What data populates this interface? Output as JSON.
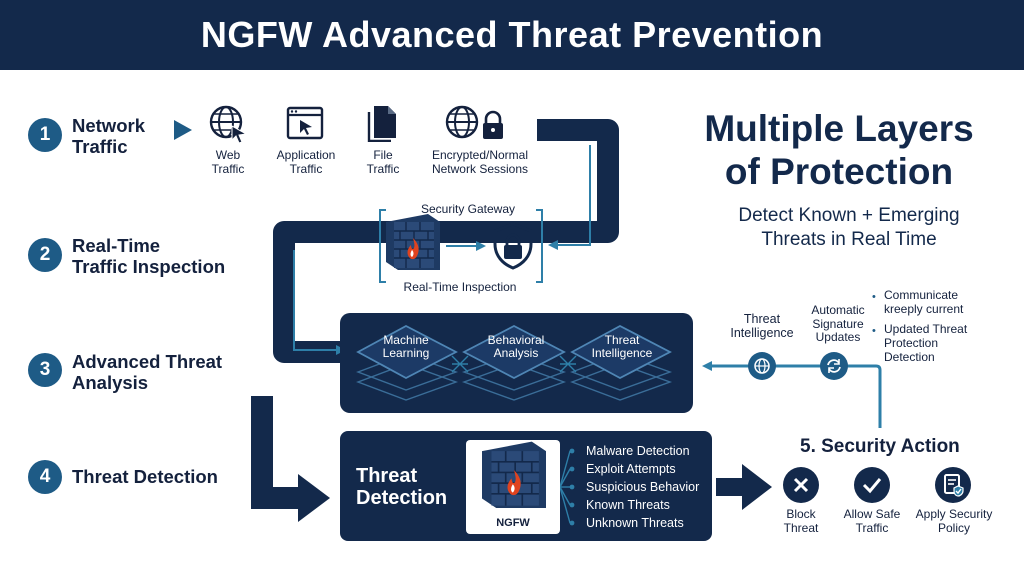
{
  "header": {
    "title": "NGFW Advanced Threat Prevention"
  },
  "steps": [
    {
      "number": "1",
      "label": "Network\nTraffic"
    },
    {
      "number": "2",
      "label": "Real-Time\nTraffic Inspection"
    },
    {
      "number": "3",
      "label": "Advanced Threat\nAnalysis"
    },
    {
      "number": "4",
      "label": "Threat Detection"
    }
  ],
  "traffic_types": [
    {
      "label": "Web\nTraffic",
      "icon": "globe-cursor-icon"
    },
    {
      "label": "Application\nTraffic",
      "icon": "app-window-icon"
    },
    {
      "label": "File\nTraffic",
      "icon": "file-icon"
    },
    {
      "label": "Encrypted/Normal\nNetwork Sessions",
      "icon": "globe-lock-icon"
    }
  ],
  "gateway": {
    "top_label": "Security Gateway",
    "bottom_label": "Real-Time Inspection"
  },
  "analysis_layers": [
    {
      "label": "Machine\nLearning"
    },
    {
      "label": "Behavioral\nAnalysis"
    },
    {
      "label": "Threat\nIntelligence"
    }
  ],
  "headline": {
    "title": "Multiple Layers\nof Protection",
    "subtitle": "Detect Known + Emerging\nThreats in Real Time"
  },
  "intel_feed": {
    "threat_intel_label": "Threat\nIntelligence",
    "auto_updates_label": "Automatic\nSignature\nUpdates",
    "bullets": [
      "Communicate\nkreeply current",
      "Updated Threat\nProtection\nDetection"
    ]
  },
  "detection": {
    "title": "Threat\nDetection",
    "device_label": "NGFW",
    "threats": [
      "Malware Detection",
      "Exploit Attempts",
      "Suspicious Behavior",
      "Known Threats",
      "Unknown Threats"
    ]
  },
  "security_action": {
    "title": "5. Security Action",
    "actions": [
      {
        "label": "Block\nThreat",
        "icon": "x-icon"
      },
      {
        "label": "Allow Safe\nTraffic",
        "icon": "check-icon"
      },
      {
        "label": "Apply Security\nPolicy",
        "icon": "policy-doc-icon"
      }
    ]
  },
  "colors": {
    "navy": "#13294b",
    "teal": "#2e7fa8",
    "badge": "#1e5b86",
    "accent_red": "#e0431f"
  }
}
